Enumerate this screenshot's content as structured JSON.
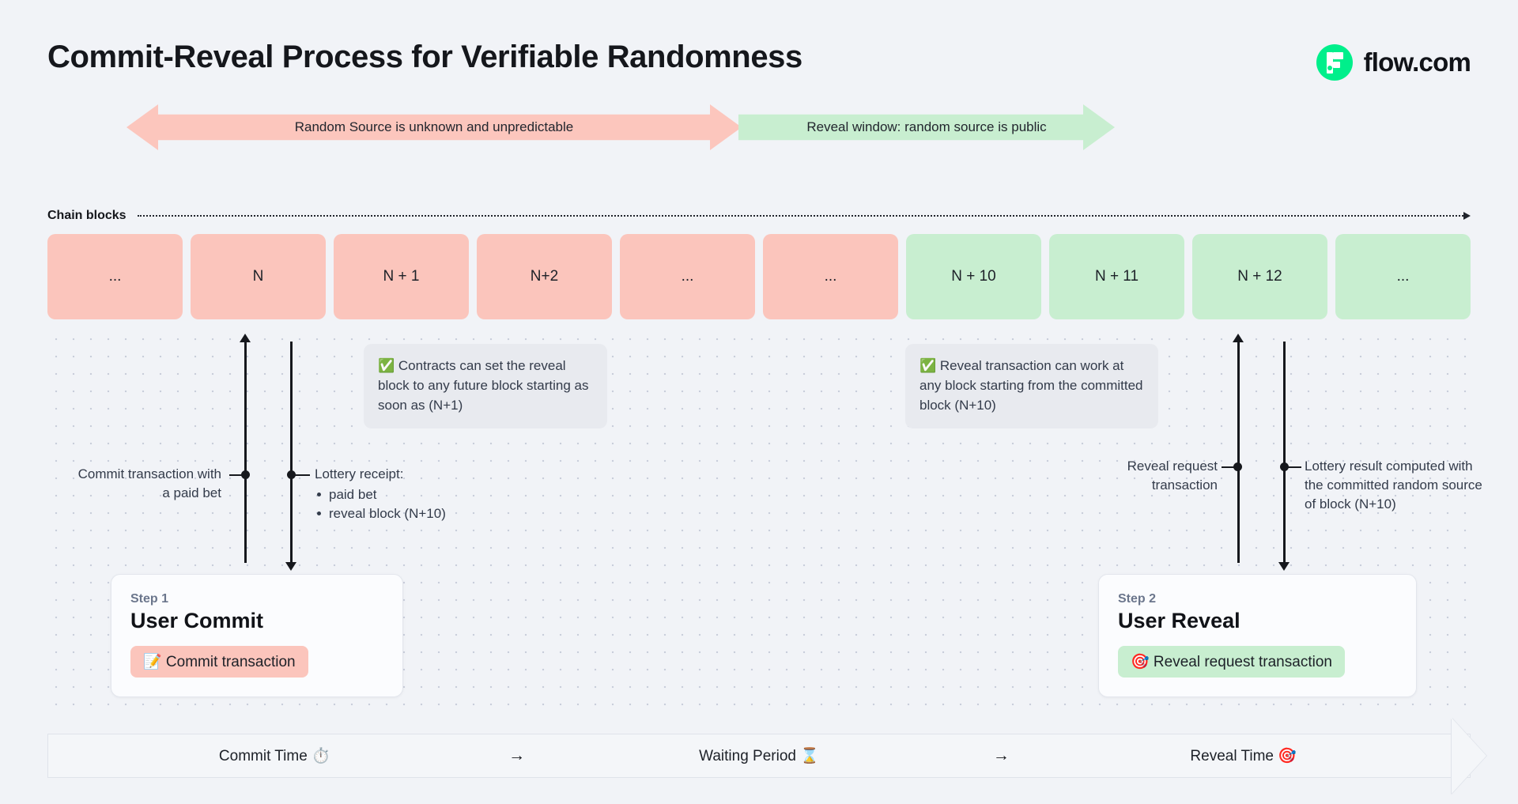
{
  "header": {
    "title": "Commit-Reveal Process for Verifiable Randomness",
    "brand_name": "flow.com",
    "brand_color": "#00ef8b"
  },
  "banners": {
    "unknown_phase": "Random Source is unknown and unpredictable",
    "reveal_phase": "Reveal window: random source is public",
    "unknown_color": "#fbc5bc",
    "reveal_color": "#c8eed0"
  },
  "chain": {
    "axis_label": "Chain blocks",
    "blocks": [
      {
        "label": "...",
        "phase": "pre"
      },
      {
        "label": "N",
        "phase": "pre"
      },
      {
        "label": "N + 1",
        "phase": "pre"
      },
      {
        "label": "N+2",
        "phase": "pre"
      },
      {
        "label": "...",
        "phase": "pre"
      },
      {
        "label": "...",
        "phase": "pre"
      },
      {
        "label": "N + 10",
        "phase": "post"
      },
      {
        "label": "N + 11",
        "phase": "post"
      },
      {
        "label": "N + 12",
        "phase": "post"
      },
      {
        "label": "...",
        "phase": "post"
      }
    ]
  },
  "tips": {
    "commit": "✅ Contracts can set the reveal block to any future block starting as soon as (N+1)",
    "reveal": "✅ Reveal transaction can work at any block starting from the committed block (N+10)"
  },
  "annotations": {
    "commit_tx": "Commit transaction with a paid bet",
    "receipt_title": "Lottery receipt:",
    "receipt_items": [
      "paid bet",
      "reveal block (N+10)"
    ],
    "reveal_request": "Reveal request transaction",
    "lottery_result": "Lottery result computed with the committed random source of block (N+10)"
  },
  "steps": [
    {
      "eyebrow": "Step 1",
      "title": "User Commit",
      "pill": "📝 Commit transaction",
      "pill_color": "#fbc5bc"
    },
    {
      "eyebrow": "Step 2",
      "title": "User Reveal",
      "pill": "🎯 Reveal request transaction",
      "pill_color": "#c8eed0"
    }
  ],
  "timeline": {
    "segments": [
      "Commit Time ⏱️",
      "Waiting Period ⌛",
      "Reveal Time 🎯"
    ],
    "separator": "→"
  }
}
